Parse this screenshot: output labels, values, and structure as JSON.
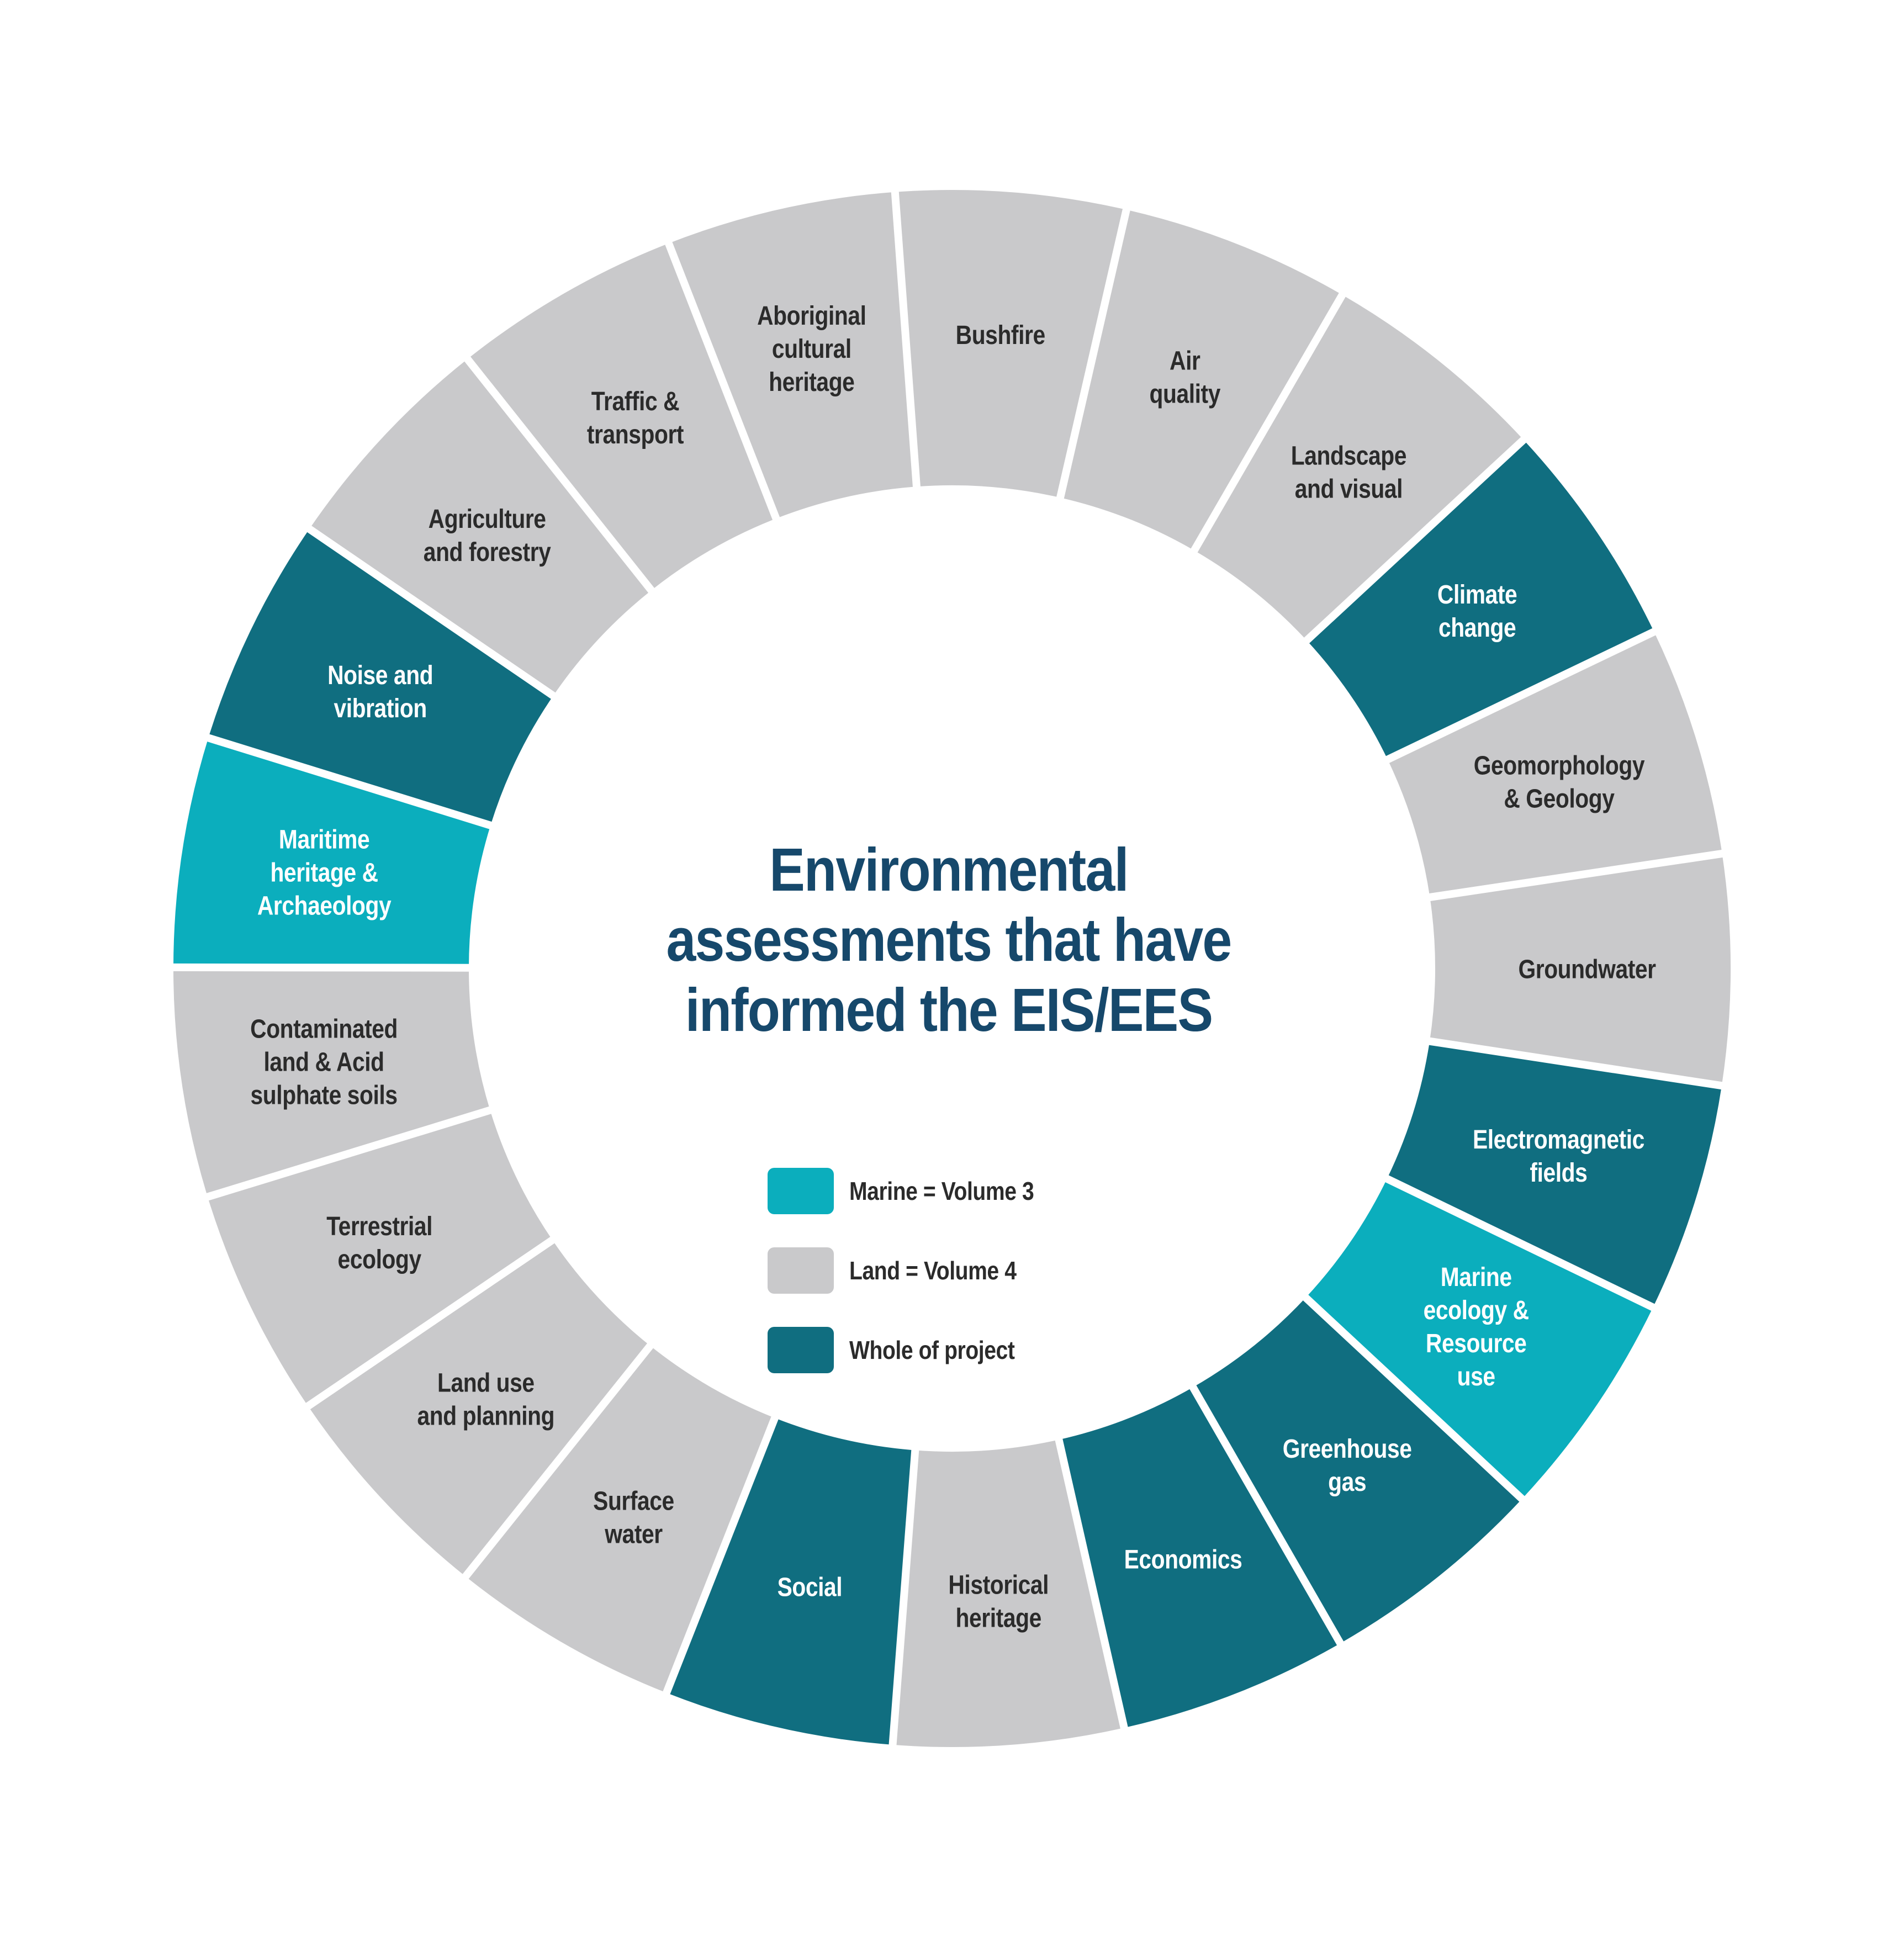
{
  "figure": {
    "title": "Environmental assessments that have informed the EIS/EES",
    "title_lines": [
      "Environmental",
      "assessments that have",
      "informed the EIS/EES"
    ]
  },
  "legend": {
    "items": [
      {
        "key": "marine",
        "label": "Marine = Volume 3"
      },
      {
        "key": "land",
        "label": "Land = Volume 4"
      },
      {
        "key": "whole",
        "label": "Whole of project"
      }
    ]
  },
  "colors": {
    "marine": "#0BAEBD",
    "land": "#C9C9CB",
    "whole": "#106E80",
    "background": "#FFFFFF",
    "title_text": "#16486B",
    "label_on_land": "#2B2B2B",
    "label_on_color": "#FFFFFF",
    "divider": "#FFFFFF"
  },
  "chart_data": {
    "type": "donut-category-ring",
    "title": "Environmental assessments that have informed the EIS/EES",
    "legend_position": "center",
    "start_boundary_deg": -4.2,
    "segment_count": 21,
    "segments": [
      {
        "label": "Bushfire",
        "lines": [
          "Bushfire"
        ],
        "category": "land"
      },
      {
        "label": "Air quality",
        "lines": [
          "Air",
          "quality"
        ],
        "category": "land"
      },
      {
        "label": "Landscape and visual",
        "lines": [
          "Landscape",
          "and visual"
        ],
        "category": "land"
      },
      {
        "label": "Climate change",
        "lines": [
          "Climate",
          "change"
        ],
        "category": "whole"
      },
      {
        "label": "Geomorphology & Geology",
        "lines": [
          "Geomorphology",
          "& Geology"
        ],
        "category": "land"
      },
      {
        "label": "Groundwater",
        "lines": [
          "Groundwater"
        ],
        "category": "land"
      },
      {
        "label": "Electromagnetic fields",
        "lines": [
          "Electromagnetic",
          "fields"
        ],
        "category": "whole"
      },
      {
        "label": "Marine ecology & Resource use",
        "lines": [
          "Marine",
          "ecology &",
          "Resource",
          "use"
        ],
        "category": "marine"
      },
      {
        "label": "Greenhouse gas",
        "lines": [
          "Greenhouse",
          "gas"
        ],
        "category": "whole"
      },
      {
        "label": "Economics",
        "lines": [
          "Economics"
        ],
        "category": "whole"
      },
      {
        "label": "Historical heritage",
        "lines": [
          "Historical",
          "heritage"
        ],
        "category": "land"
      },
      {
        "label": "Social",
        "lines": [
          "Social"
        ],
        "category": "whole"
      },
      {
        "label": "Surface water",
        "lines": [
          "Surface",
          "water"
        ],
        "category": "land"
      },
      {
        "label": "Land use and planning",
        "lines": [
          "Land use",
          "and planning"
        ],
        "category": "land"
      },
      {
        "label": "Terrestrial ecology",
        "lines": [
          "Terrestrial",
          "ecology"
        ],
        "category": "land"
      },
      {
        "label": "Contaminated land & Acid sulphate soils",
        "lines": [
          "Contaminated",
          "land & Acid",
          "sulphate soils"
        ],
        "category": "land"
      },
      {
        "label": "Maritime heritage & Archaeology",
        "lines": [
          "Maritime",
          "heritage &",
          "Archaeology"
        ],
        "category": "marine"
      },
      {
        "label": "Noise and vibration",
        "lines": [
          "Noise and",
          "vibration"
        ],
        "category": "whole"
      },
      {
        "label": "Agriculture and forestry",
        "lines": [
          "Agriculture",
          "and forestry"
        ],
        "category": "land"
      },
      {
        "label": "Traffic & transport",
        "lines": [
          "Traffic &",
          "transport"
        ],
        "category": "land"
      },
      {
        "label": "Aboriginal cultural heritage",
        "lines": [
          "Aboriginal",
          "cultural",
          "heritage"
        ],
        "category": "land"
      }
    ]
  }
}
